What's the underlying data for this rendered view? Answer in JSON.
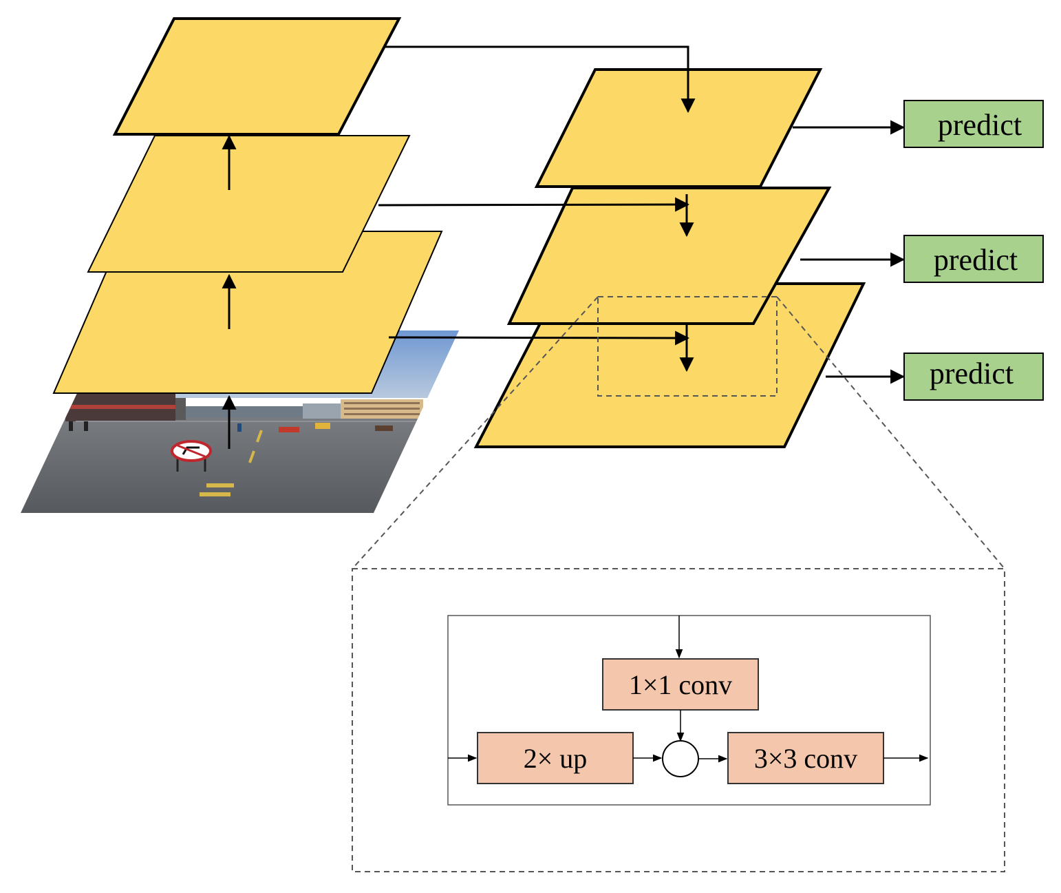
{
  "diagram": {
    "predict_labels": [
      "predict",
      "predict",
      "predict"
    ],
    "blocks": {
      "conv1x1": "1×1 conv",
      "up2x": "2× up",
      "conv3x3": "3×3 conv"
    },
    "input_image": "street-scene-photo",
    "colors": {
      "feature_map": "#FCD966",
      "predict_box": "#A9D18E",
      "block_box": "#F4C7AC",
      "stroke": "#000000",
      "sky": "#7FA4D6",
      "road": "#6B6E73"
    }
  }
}
